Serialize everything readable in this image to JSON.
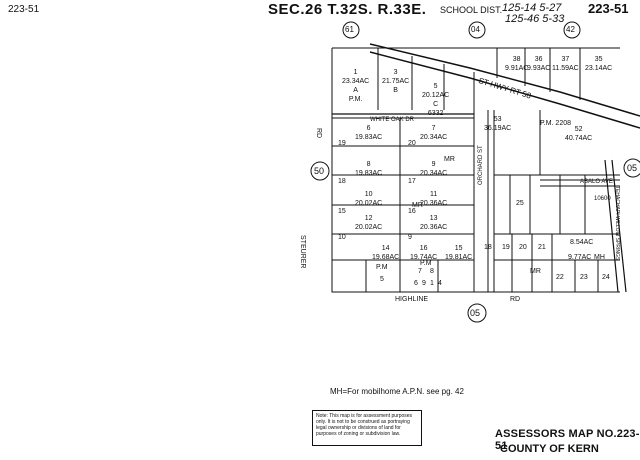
{
  "header": {
    "map_no_top_left": "223-51",
    "section_title": "SEC.26  T.32S.  R.33E.",
    "school_dist_label": "SCHOOL DIST.",
    "school_dist_line1": "125-14  5-27",
    "school_dist_line2": "125-46  5-33",
    "map_no_top_right": "223-51"
  },
  "streets": {
    "white_oak_dr": "WHITE    OAK    DR",
    "highline_rd": "HIGHLINE",
    "highline_rd_suffix": "RD",
    "steurer_rd": "STEURER",
    "rd_left": "RD",
    "st_hwy_rt_58": "ST  HWY  RT  58",
    "orchard_st": "ORCHARD  ST",
    "abalo_ave": "ABALO  AVE",
    "tehachapi_willow_springs": "TEHACHAPI WILLOW SPRINGS"
  },
  "circles": {
    "c61": "61",
    "c04": "04",
    "c42": "42",
    "c50": "50",
    "c05_bottom": "05",
    "c05_right": "05"
  },
  "parcels": [
    {
      "id": "p1",
      "num": "1",
      "acres": "23.34AC",
      "letter": "A",
      "pm": "P.M."
    },
    {
      "id": "p3",
      "num": "3",
      "acres": "21.75AC",
      "letter": "B"
    },
    {
      "id": "p5",
      "num": "5",
      "acres": "20.12AC",
      "letter": "C",
      "pm": "6332"
    },
    {
      "id": "p38",
      "num": "38",
      "acres": "9.91AC"
    },
    {
      "id": "p36",
      "num": "36",
      "acres": "9.93AC"
    },
    {
      "id": "p37",
      "num": "37",
      "acres": "11.59AC"
    },
    {
      "id": "p35",
      "num": "35",
      "acres": "23.14AC"
    },
    {
      "id": "p6",
      "num": "6",
      "acres": "19.83AC"
    },
    {
      "id": "p7",
      "num": "7",
      "acres": "20.34AC"
    },
    {
      "id": "p53",
      "num": "53",
      "acres": "36.19AC"
    },
    {
      "id": "p52",
      "num": "52",
      "acres": "40.74AC"
    },
    {
      "id": "p8",
      "num": "8",
      "acres": "19.83AC"
    },
    {
      "id": "p9",
      "num": "9",
      "acres": "20.34AC"
    },
    {
      "id": "p10",
      "num": "10",
      "acres": "20.02AC"
    },
    {
      "id": "p11",
      "num": "11",
      "acres": "20.36AC"
    },
    {
      "id": "p12",
      "num": "12",
      "acres": "20.02AC"
    },
    {
      "id": "p13",
      "num": "13",
      "acres": "20.36AC"
    },
    {
      "id": "p14",
      "num": "14",
      "acres": "19.68AC"
    },
    {
      "id": "p16",
      "num": "16",
      "acres": "19.74AC"
    },
    {
      "id": "p15",
      "num": "15",
      "acres": "19.81AC"
    }
  ],
  "lot_numbers": [
    "19",
    "20",
    "17",
    "18",
    "15",
    "16",
    "9",
    "10",
    "5",
    "7",
    "8",
    "6",
    "9",
    "1",
    "4",
    "18",
    "19",
    "20",
    "21",
    "22",
    "23",
    "24",
    "25"
  ],
  "misc_labels": {
    "pm_2208": "P.M.  2208",
    "mr_1": "MR",
    "mr_2": "MR",
    "mr_3": "MR",
    "pm_bottom": "P.M",
    "pm_9614": "P.M",
    "ac_8.54": "8.54AC",
    "ac_9.77": "9.77AC",
    "mh": "MH",
    "pm_10600": "10600"
  },
  "footnote": "MH=For mobilhome A.P.N. see pg. 42",
  "note": "Note: This map is for assessment purposes only. It is not to be construed as portraying legal ownership or divisions of land for purposes of zoning or subdivision law.",
  "assessors_label": "ASSESSORS MAP NO.",
  "assessors_map_no": "223-51",
  "county": "COUNTY OF KERN"
}
